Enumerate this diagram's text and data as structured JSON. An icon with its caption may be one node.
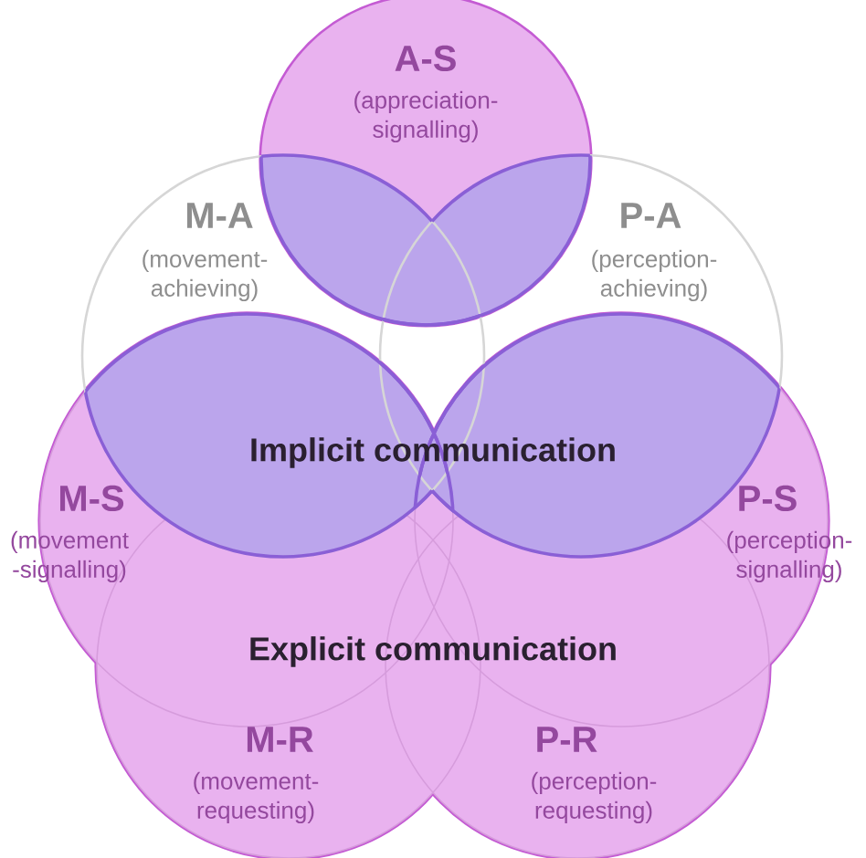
{
  "diagram": {
    "nodes": [
      {
        "text": [
          "A-S",
          "(appreciation- signalling)"
        ]
      },
      {
        "text": [
          "M-A",
          "(movement- achieving)"
        ]
      },
      {
        "text": [
          "P-A",
          "(perception- achieving)"
        ]
      },
      {
        "text": [
          "M-S",
          "(movement -signalling)"
        ]
      },
      {
        "text": [
          "P-S",
          "(perception- signalling)"
        ]
      },
      {
        "text": [
          "M-R",
          "(movement- requesting)"
        ]
      },
      {
        "text": [
          "P-R",
          "(perception- requesting)"
        ]
      }
    ],
    "labels": [
      "Implicit communication",
      "Explicit communication"
    ]
  }
}
